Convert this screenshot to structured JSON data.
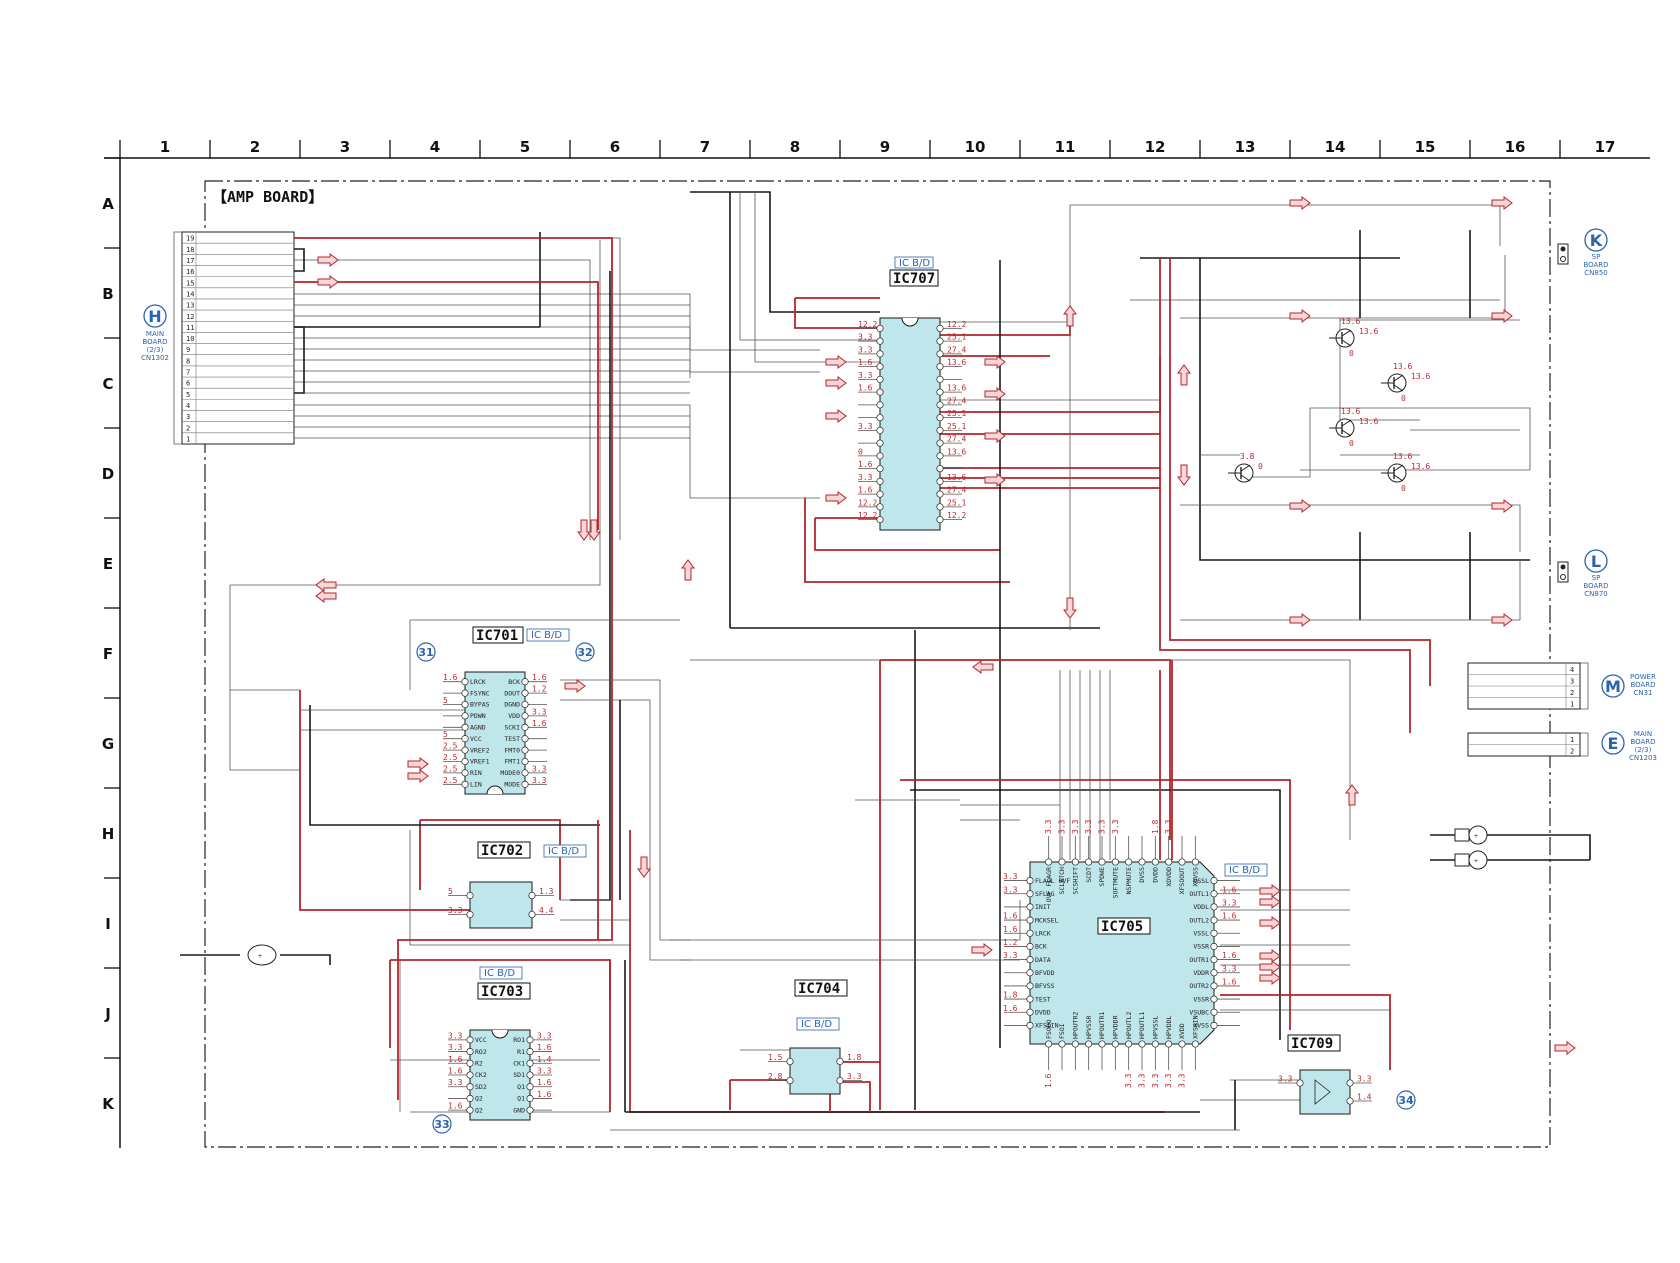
{
  "board_title": "【AMP BOARD】",
  "column_numbers": [
    "1",
    "2",
    "3",
    "4",
    "5",
    "6",
    "7",
    "8",
    "9",
    "10",
    "11",
    "12",
    "13",
    "14",
    "15",
    "16",
    "17"
  ],
  "row_letters": [
    "A",
    "B",
    "C",
    "D",
    "E",
    "F",
    "G",
    "H",
    "I",
    "J",
    "K"
  ],
  "ics": [
    {
      "id": "ic707",
      "label": "IC707",
      "tag": "IC B/D"
    },
    {
      "id": "ic701",
      "label": "IC701",
      "tag": "IC B/D"
    },
    {
      "id": "ic702",
      "label": "IC702",
      "tag": "IC B/D"
    },
    {
      "id": "ic703",
      "label": "IC703",
      "tag": "IC B/D"
    },
    {
      "id": "ic704",
      "label": "IC704",
      "tag": "IC B/D"
    },
    {
      "id": "ic705",
      "label": "IC705",
      "tag": "IC B/D"
    },
    {
      "id": "ic709",
      "label": "IC709"
    }
  ],
  "ic701": {
    "left_pins": [
      "LRCK",
      "FSYNC",
      "BYPAS",
      "PDWN",
      "AGND",
      "VCC",
      "VREF2",
      "VREF1",
      "RIN",
      "LIN"
    ],
    "right_pins": [
      "BCK",
      "DOUT",
      "DGND",
      "VDD",
      "SCKI",
      "TEST",
      "FMT0",
      "FMT1",
      "MODE0",
      "MODE"
    ],
    "left_volts": [
      "1.6",
      "",
      "5",
      "",
      "",
      "5",
      "2.5",
      "2.5",
      "2.5",
      "2.5"
    ],
    "right_volts": [
      "1.6",
      "1.2",
      "",
      "3.3",
      "1.6",
      "",
      "",
      "",
      "3.3",
      "3.3"
    ]
  },
  "ic703": {
    "left_pins": [
      "VCC",
      "RO2",
      "R2",
      "CK2",
      "SD2",
      "Q2",
      "Q2"
    ],
    "right_pins": [
      "RO1",
      "R1",
      "CK1",
      "SD1",
      "Q1",
      "Q1",
      "GND"
    ],
    "left_volts": [
      "3.3",
      "3.3",
      "1.6",
      "1.6",
      "3.3",
      "",
      "1.6"
    ],
    "right_volts": [
      "3.3",
      "1.6",
      "1.4",
      "3.3",
      "1.6",
      "1.6",
      ""
    ]
  },
  "ic705": {
    "left_pins": [
      "FLAGL OVF",
      "SFLAG",
      "INIT",
      "MCKSEL",
      "LRCK",
      "BCK",
      "DATA",
      "BFVDD",
      "BFVSS",
      "TEST",
      "DVDD",
      "XFSIIN"
    ],
    "left_volts": [
      "3.3",
      "3.3",
      "",
      "1.6",
      "1.6",
      "1.2",
      "3.3",
      "",
      "",
      "1.8",
      "1.6",
      ""
    ],
    "right_pins": [
      "VSSL",
      "OUTL1",
      "VDDL",
      "OUTL2",
      "VSSL",
      "VSSR",
      "OUTR1",
      "VDDR",
      "OUTR2",
      "VSSR",
      "VSUBC",
      "XVSS"
    ],
    "right_volts": [
      "",
      "1.6",
      "3.3",
      "1.6",
      "",
      "",
      "1.6",
      "3.3",
      "1.6",
      "",
      "",
      ""
    ],
    "top_pins": [
      "OVF FLAGR",
      "SCLATCH",
      "SCSHIFT",
      "SCDT",
      "SPDWE",
      "SOFTMUTE",
      "NSPMUTE",
      "DVSS",
      "DVDD",
      "XDVDD",
      "XFSOOUT",
      "XDVSS"
    ],
    "top_volts": [
      "3.3",
      "3.3",
      "3.3",
      "3.3",
      "3.3",
      "3.3",
      "",
      "",
      "1.8",
      "3.3",
      "",
      ""
    ],
    "bottom_pins": [
      "FSODO",
      "FSOI",
      "HPOUTR2",
      "HPVSSR",
      "HPOUTR1",
      "HPVDDR",
      "HPOUTL2",
      "HPOUTL1",
      "HPVSSL",
      "HPVDDL",
      "XVDD",
      "XFSOIN"
    ],
    "bottom_volts": [
      "1.6",
      "",
      "",
      "",
      "",
      "",
      "3.3",
      "3.3",
      "3.3",
      "3.3",
      "3.3",
      ""
    ]
  },
  "ic707": {
    "left_volts": [
      "12.2",
      "3.3",
      "3.3",
      "1.6",
      "3.3",
      "1.6",
      "",
      "",
      "3.3",
      "",
      "0",
      "1.6",
      "3.3",
      "1.6",
      "12.2",
      "12.2"
    ],
    "right_volts": [
      "12.2",
      "25.1",
      "27.4",
      "13.6",
      "",
      "13.6",
      "27.4",
      "25.1",
      "25.1",
      "27.4",
      "13.6",
      "",
      "13.6",
      "27.4",
      "25.1",
      "12.2"
    ]
  },
  "ic702": {
    "left_volts": [
      "5",
      "3.3"
    ],
    "right_volts": [
      "1.3",
      "4.4"
    ]
  },
  "ic704": {
    "left_volts": [
      "1.5",
      "2.8"
    ],
    "right_volts": [
      "1.8",
      "3.3"
    ]
  },
  "ic709": {
    "left_volts": [
      "3.3"
    ],
    "right_volts": [
      "3.3",
      "1.4"
    ]
  },
  "transistor_volts": [
    {
      "id": "q1",
      "b": "13.6",
      "e": "13.6",
      "c": "0"
    },
    {
      "id": "q2",
      "b": "13.6",
      "e": "13.6",
      "c": "0"
    },
    {
      "id": "q3",
      "b": "13.6",
      "e": "13.6",
      "c": "0"
    },
    {
      "id": "q4",
      "b": "13.6",
      "e": "13.6",
      "c": "0"
    },
    {
      "id": "q5",
      "b": "3.8",
      "e": "0",
      "c": ""
    }
  ],
  "cn_main": {
    "letter": "H",
    "lines": [
      "MAIN",
      "BOARD",
      "(2/3)",
      "CN1302"
    ],
    "pins": [
      "19",
      "18",
      "17",
      "16",
      "15",
      "14",
      "13",
      "12",
      "11",
      "10",
      "9",
      "8",
      "7",
      "6",
      "5",
      "4",
      "3",
      "2",
      "1"
    ]
  },
  "cn_k": {
    "letter": "K",
    "lines": [
      "SP",
      "BOARD",
      "CN850"
    ]
  },
  "cn_l": {
    "letter": "L",
    "lines": [
      "SP",
      "BOARD",
      "CN870"
    ]
  },
  "cn_m": {
    "letter": "M",
    "lines": [
      "POWER",
      "BOARD",
      "CN31"
    ],
    "pins": [
      "4",
      "3",
      "2",
      "1"
    ]
  },
  "cn_e": {
    "letter": "E",
    "lines": [
      "MAIN",
      "BOARD",
      "(2/3)",
      "CN1203"
    ],
    "pins": [
      "1",
      "2"
    ]
  },
  "ref_circles": [
    "31",
    "32",
    "33",
    "34"
  ]
}
